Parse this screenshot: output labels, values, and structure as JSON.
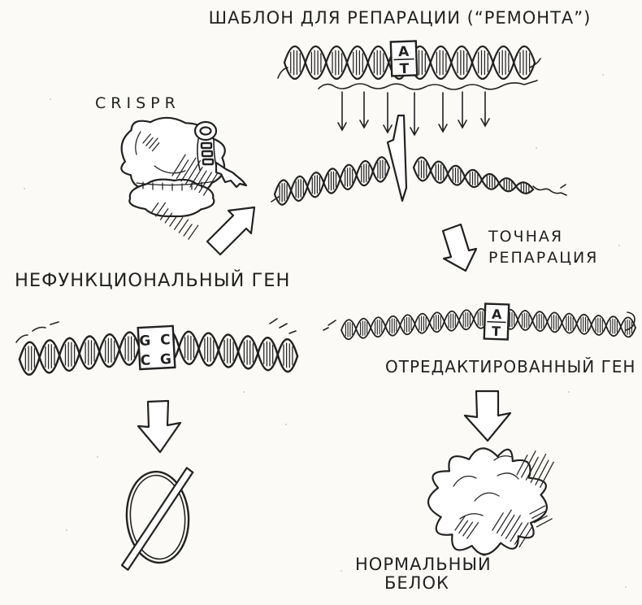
{
  "colors": {
    "ink": "#222222",
    "paper": "#fbfaf7"
  },
  "labels": {
    "title": "ШАБЛОН ДЛЯ РЕПАРАЦИИ (“РЕМОНТА”)",
    "crispr": "CRISPR",
    "nonfunctional_gene": "НЕФУНКЦИОНАЛЬНЫЙ ГЕН",
    "precise_repair_1": "ТОЧНАЯ",
    "precise_repair_2": "РЕПАРАЦИЯ",
    "edited_gene": "ОТРЕДАКТИРОВАННЫЙ ГЕН",
    "normal_protein_1": "НОРМАЛЬНЫЙ",
    "normal_protein_2": "БЕЛОК"
  },
  "bases": {
    "template_top": "А",
    "template_bottom": "Т",
    "broken_row1": "G C",
    "broken_row2": "C G",
    "edited_top": "А",
    "edited_bottom": "Т"
  },
  "symbols": {
    "no_protein": "∅"
  }
}
